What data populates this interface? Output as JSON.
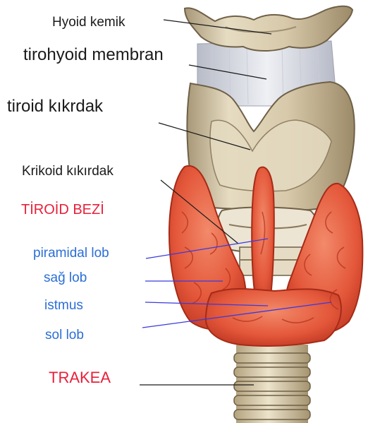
{
  "labels": {
    "hyoid": "Hyoid kemik",
    "thyrohyoid": "tirohyoid membran",
    "thyroid_cartilage": "tiroid kıkrdak",
    "cricoid": "Krikoid kıkırdak",
    "gland": "TİROİD BEZİ",
    "pyramidal": "piramidal lob",
    "right_lobe": "sağ lob",
    "isthmus": "istmus",
    "left_lobe": "sol lob",
    "trachea": "TRAKEA"
  },
  "colors": {
    "gland": "#e8573c",
    "gland_dark": "#b8331f",
    "cartilage": "#d9ccb0",
    "cartilage_dark": "#8a7a5c",
    "membrane": "#d8dbe3",
    "leader_black": "#1a1a1a",
    "leader_blue": "#3a3adf",
    "label_red": "#e8203a",
    "label_blue": "#2b6fd6"
  }
}
